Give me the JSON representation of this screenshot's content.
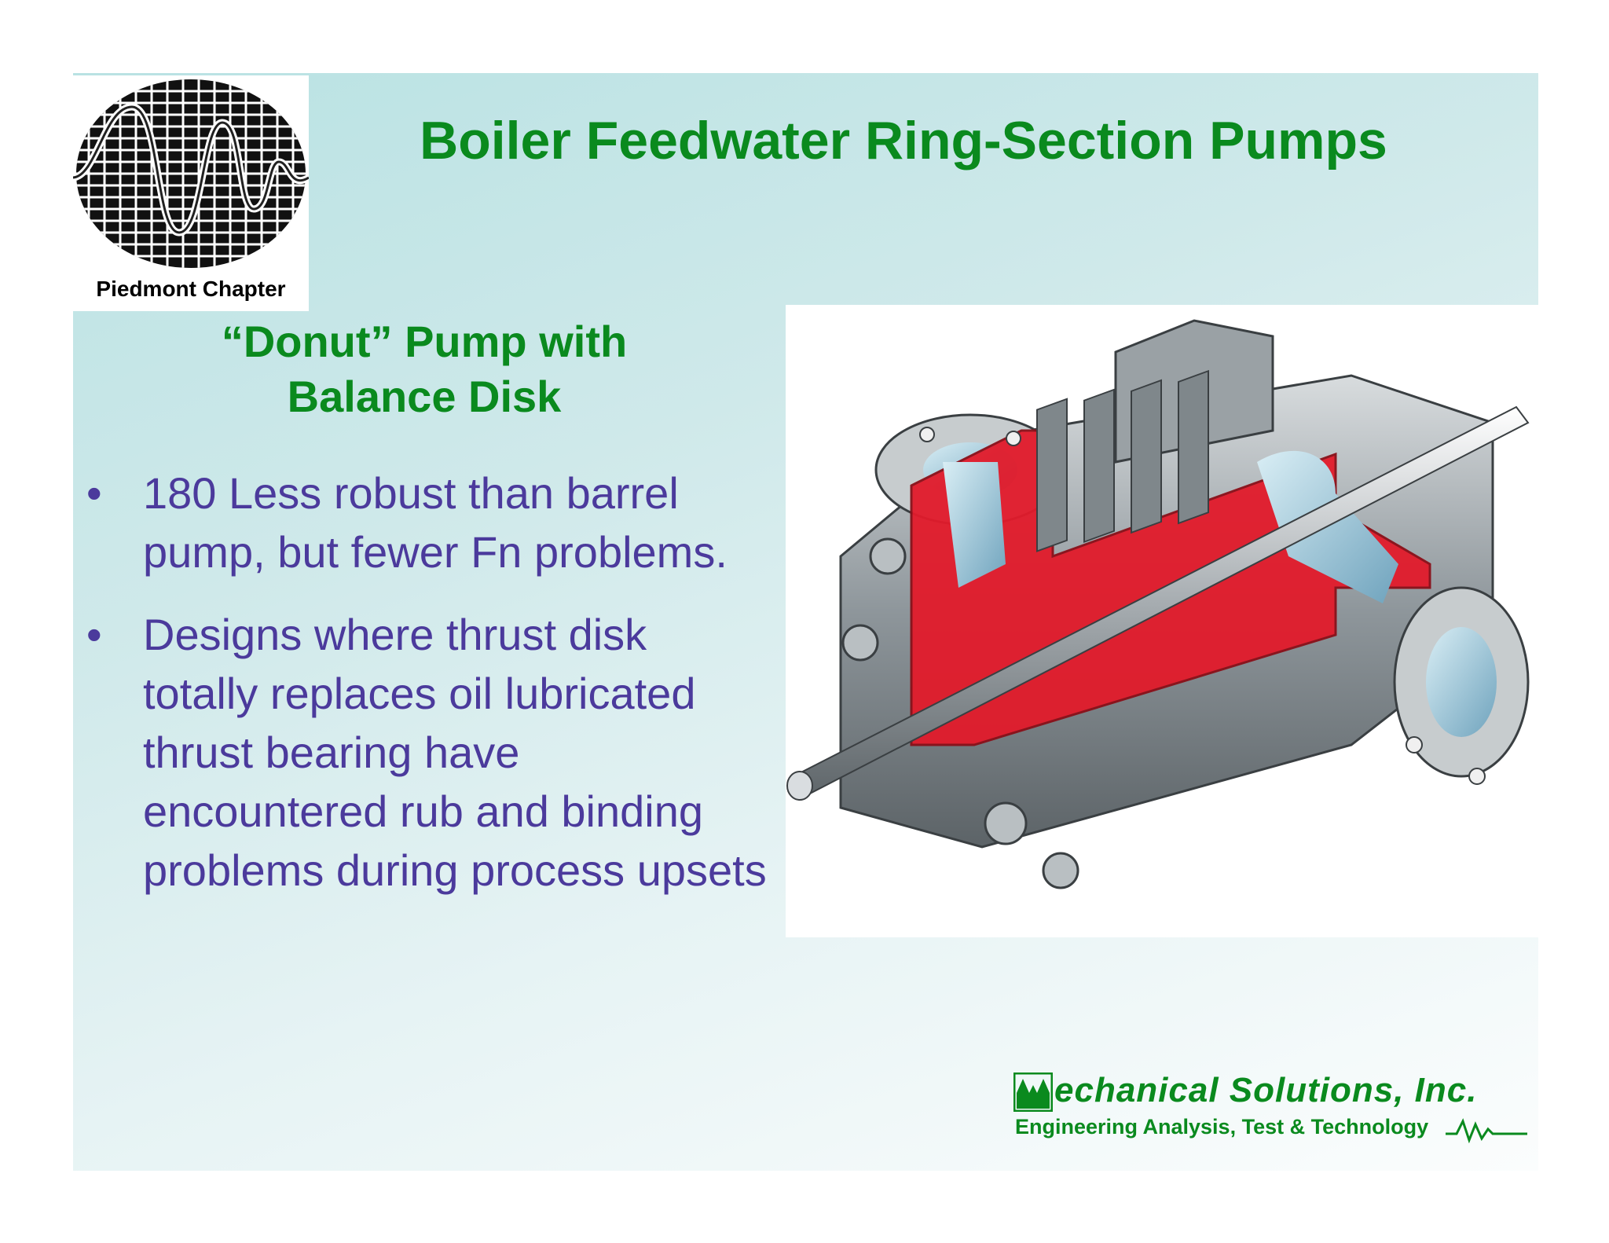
{
  "header": {
    "logo_caption": "Piedmont Chapter",
    "title": "Boiler Feedwater Ring-Section Pumps"
  },
  "content": {
    "subtitle_line1": "“Donut” Pump with",
    "subtitle_line2": "Balance Disk",
    "bullet_symbol": "•",
    "bullets": [
      "180 Less robust than barrel pump, but fewer Fn problems.",
      "Designs where thrust disk totally replaces oil lubricated thrust bearing have encountered rub and binding problems during process upsets"
    ]
  },
  "footer": {
    "company_name": "echanical Solutions, Inc.",
    "tagline": "Engineering Analysis, Test & Technology"
  },
  "colors": {
    "title_green": "#0a8a1e",
    "bullet_purple": "#4b3a9c",
    "pump_red": "#e21b2b"
  }
}
